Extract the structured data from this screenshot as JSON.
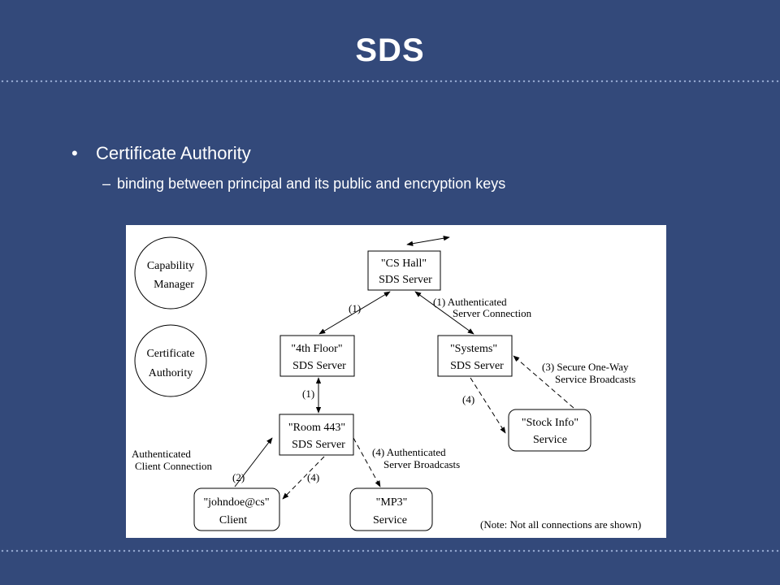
{
  "slide": {
    "title": "SDS",
    "bullets": [
      {
        "text": "Certificate Authority",
        "sub": [
          "binding between principal and its public and encryption keys"
        ]
      }
    ]
  },
  "diagram": {
    "capability_manager": [
      "Capability",
      "Manager"
    ],
    "certificate_authority": [
      "Certificate",
      "Authority"
    ],
    "cs_hall": [
      "\"CS Hall\"",
      "SDS Server"
    ],
    "fourth_floor": [
      "\"4th Floor\"",
      "SDS Server"
    ],
    "systems": [
      "\"Systems\"",
      "SDS Server"
    ],
    "room_443": [
      "\"Room 443\"",
      "SDS Server"
    ],
    "stock_info": [
      "\"Stock Info\"",
      "Service"
    ],
    "johndoe": [
      "\"johndoe@cs\"",
      "Client"
    ],
    "mp3": [
      "\"MP3\"",
      "Service"
    ],
    "labels": {
      "edge_hall_floor": "(1)",
      "edge_hall_systems": [
        "(1) Authenticated",
        "Server Connection"
      ],
      "edge_floor_room": "(1)",
      "edge_systems_stock": "(4)",
      "edge_stock_systems": [
        "(3) Secure One-Way",
        "Service Broadcasts"
      ],
      "client_conn": [
        "Authenticated",
        "Client Connection"
      ],
      "edge_client_room": "(2)",
      "edge_room_client": "(4)",
      "edge_room_mp3": [
        "(4) Authenticated",
        "Server Broadcasts"
      ],
      "note": "(Note: Not all connections are shown)"
    }
  }
}
